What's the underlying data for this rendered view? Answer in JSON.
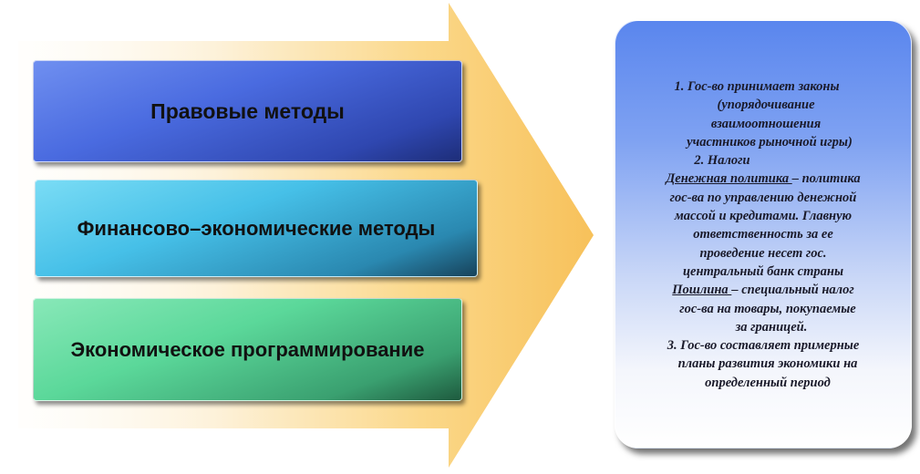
{
  "methods": [
    {
      "label": "Правовые методы"
    },
    {
      "label": "Финансово–экономические методы"
    },
    {
      "label": "Экономическое программирование"
    }
  ],
  "info": {
    "item1": [
      "1.   Гос-во принимает законы",
      "(упорядочивание",
      "взаимоотношения",
      "участников рыночной игры)"
    ],
    "item2": "2.   Налоги",
    "money_term": "Денежная политика ",
    "money_rest": "– политика",
    "money_lines": [
      "гос-ва по управлению денежной",
      "массой и кредитами. Главную",
      "ответственность за ее",
      "проведение несет гос.",
      "центральный банк страны"
    ],
    "duty_term": "Пошлина ",
    "duty_rest": "– специальный налог",
    "duty_lines": [
      "гос-ва на товары, покупаемые",
      "за границей."
    ],
    "item3": [
      "3. Гос-во составляет примерные",
      "планы развития экономики на",
      "определенный период"
    ]
  },
  "colors": {
    "arrow_light": "#fdf1d8",
    "arrow_mid": "#fbd88a",
    "arrow_dark": "#f7c15a",
    "panel_top": "#5a86ee",
    "panel_bottom": "#ffffff"
  }
}
